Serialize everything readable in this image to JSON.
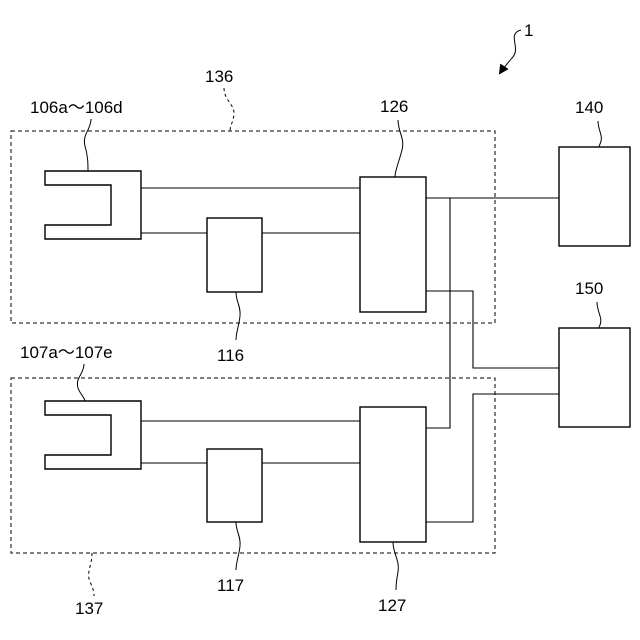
{
  "labels": {
    "system": "1",
    "unit_upper": "136",
    "unit_lower": "137",
    "gripper_upper": "106a～106d",
    "gripper_lower": "107a～107e",
    "block_116": "116",
    "block_117": "117",
    "block_126": "126",
    "block_127": "127",
    "block_140": "140",
    "block_150": "150"
  }
}
